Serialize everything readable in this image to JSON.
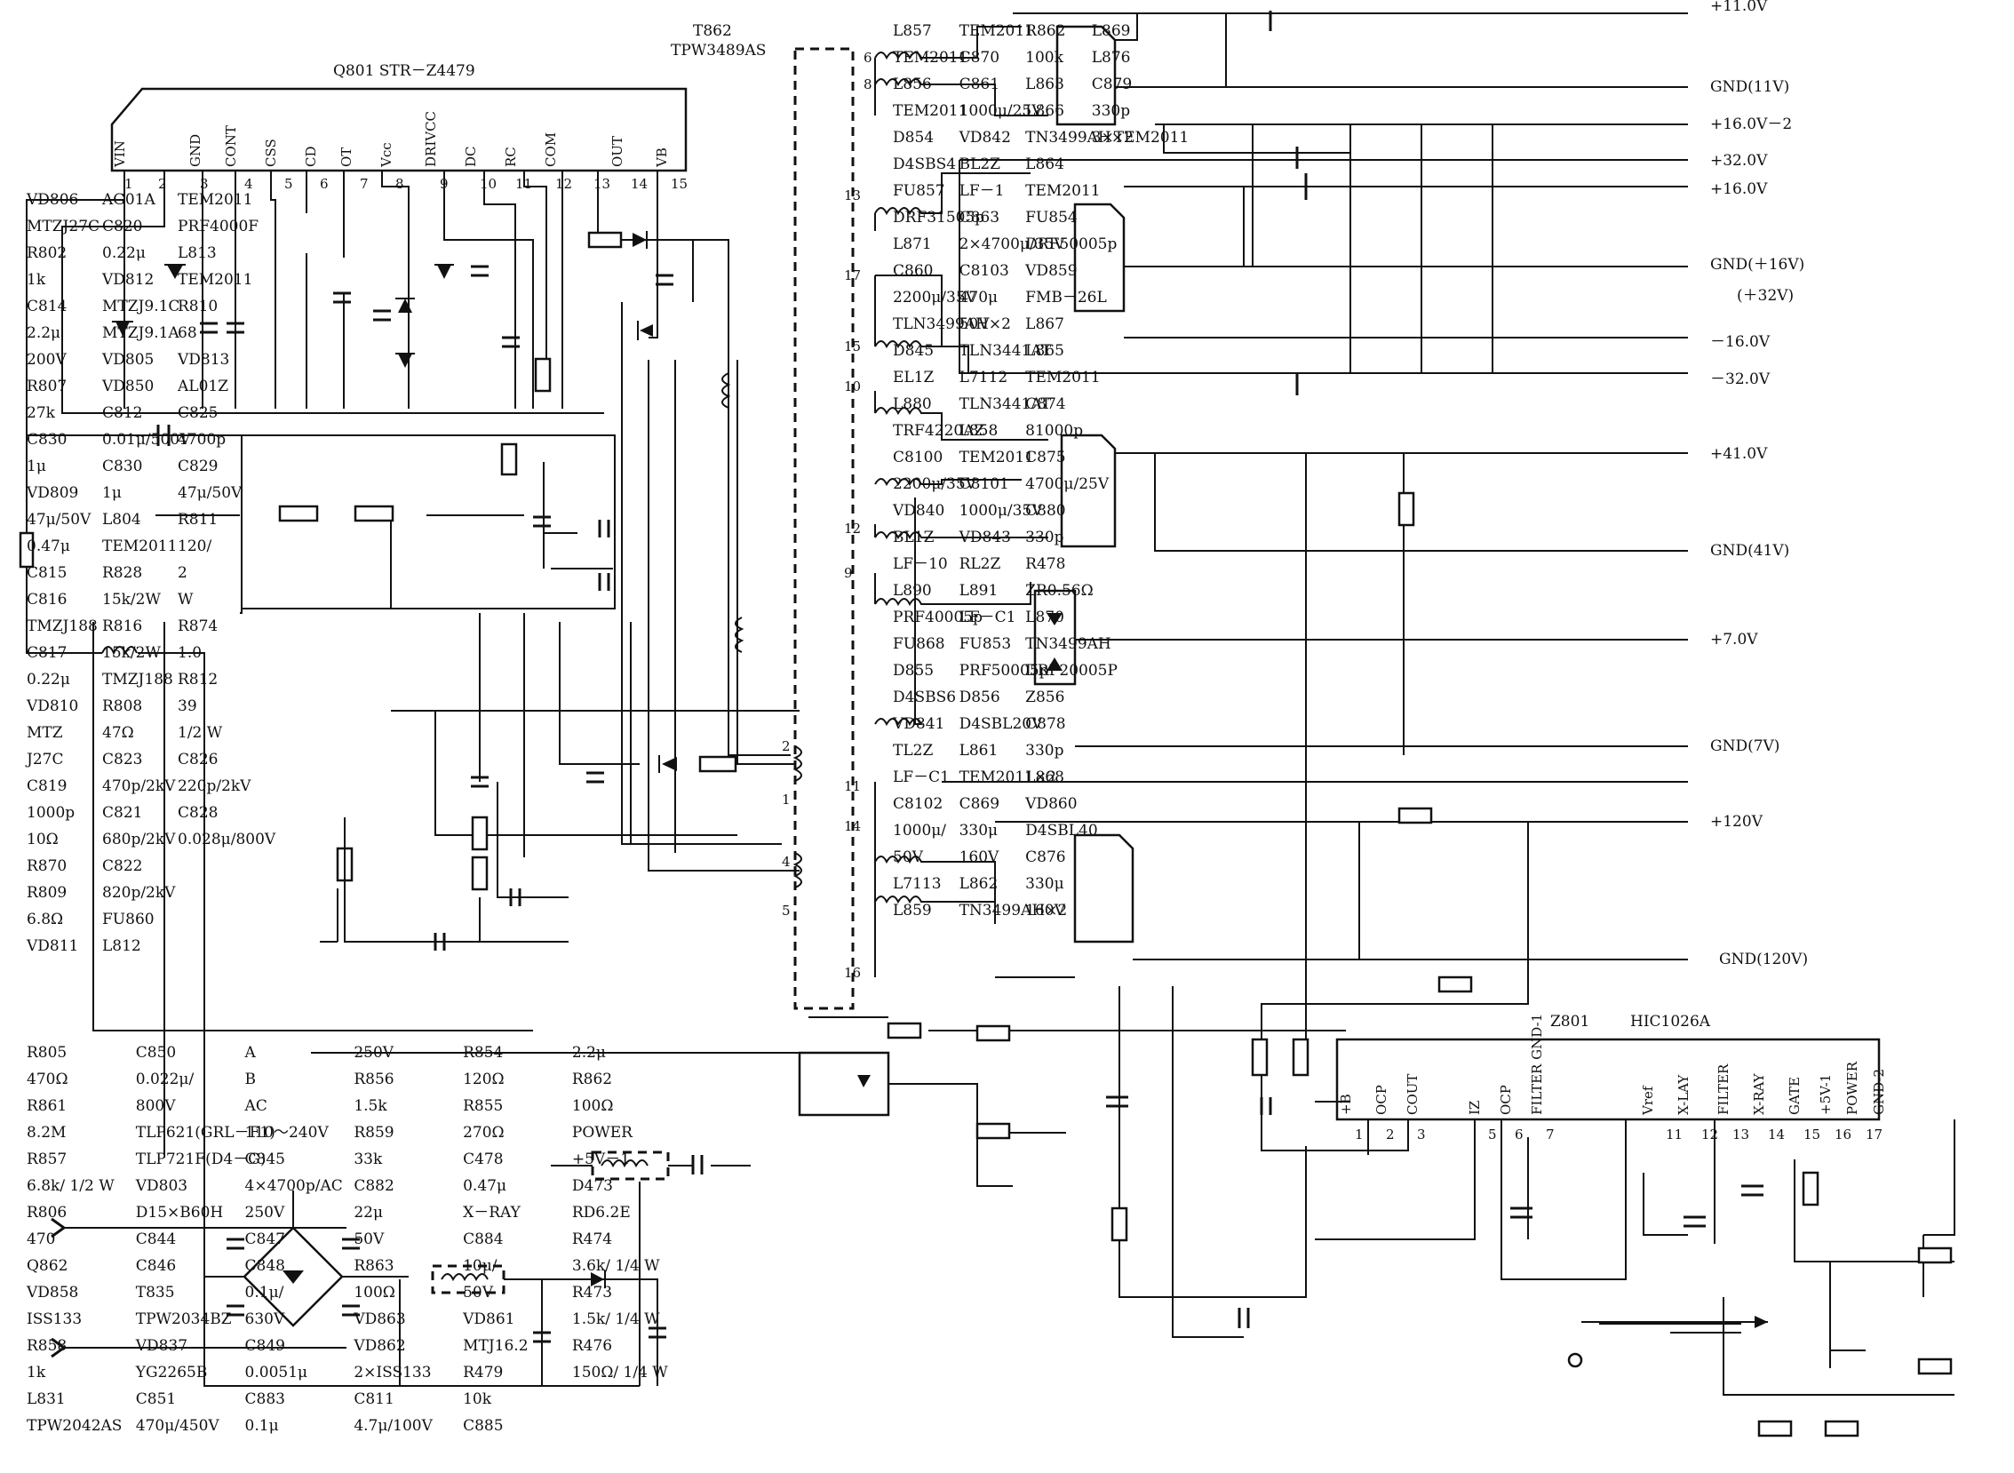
{
  "ic_main": {
    "ref": "Q801 STR－Z4479",
    "pins": [
      "VIN",
      "GND",
      "CONT",
      "CSS",
      "CD",
      "OT",
      "Vcc",
      "DRIVCC",
      "DC",
      "RC",
      "COM",
      "OUT",
      "VB"
    ],
    "nums": [
      "1",
      "2",
      "3",
      "4",
      "5",
      "6",
      "7",
      "8",
      "9",
      "10",
      "11",
      "12",
      "13",
      "14",
      "15"
    ]
  },
  "transformer": {
    "ref": "T862",
    "part": "TPW3489AS"
  },
  "ic_ctrl": {
    "ref": "Z801",
    "part": "HIC1026A",
    "pins": [
      "+B",
      "OCP",
      "COUT",
      "IZ",
      "OCP",
      "FILTER GND-1",
      "Vref",
      "X-LAY",
      "FILTER",
      "X-RAY",
      "GATE",
      "+5V-1",
      "POWER",
      "GND-2"
    ],
    "nums": [
      "1",
      "2",
      "3",
      "5",
      "6",
      "7",
      "11",
      "12",
      "13",
      "14",
      "15",
      "16",
      "17"
    ]
  },
  "rails": [
    "+11.0V",
    "GND(11V)",
    "+16.0V－2",
    "+32.0V",
    "+16.0V",
    "GND(＋16V)",
    "(＋32V)",
    "－16.0V",
    "－32.0V",
    "+41.0V",
    "GND(41V)",
    "+7.0V",
    "GND(7V)",
    "+120V",
    "GND(120V)"
  ],
  "secondary_labels": [
    "L857",
    "TEM2011",
    "L856",
    "TEM2011",
    "D854",
    "D4SBS4",
    "FU857",
    "DRF31505p",
    "L871",
    "C860",
    "2200μ/35V",
    "TLN3499AH×2",
    "D845",
    "EL1Z",
    "L880",
    "TRF4220AZ",
    "C8100",
    "2200μ/35V",
    "VD840",
    "BL1Z",
    "LF－10",
    "L890",
    "PRF40005p",
    "FU868",
    "D855",
    "D4SBS6",
    "VD841",
    "TL2Z",
    "LF－C1",
    "C8102",
    "1000μ/",
    "50V",
    "L7113",
    "L859",
    "TEM2011",
    "C870",
    "C861",
    "1000μ/25V",
    "VD842",
    "BL2Z",
    "LF－1",
    "C863",
    "2×4700μ/35V",
    "C8103",
    "470μ",
    "50V",
    "TLN3441AT",
    "L7112",
    "TLN3441AT",
    "L858",
    "TEM2011",
    "C8101",
    "1000μ/35V",
    "VD843",
    "RL2Z",
    "L891",
    "LF－C1",
    "FU853",
    "PRF50005p",
    "D856",
    "D4SBL20V",
    "L861",
    "TEM2011×2",
    "C869",
    "330μ",
    "160V",
    "L862",
    "TN3499AH×2",
    "R862",
    "100k",
    "L863",
    "L866",
    "TN3499AH×2",
    "L864",
    "TEM2011",
    "FU854",
    "DRF50005p",
    "VD859",
    "FMB－26L",
    "L867",
    "L865",
    "TEM2011",
    "C874",
    "81000p",
    "C875",
    "4700μ/25V",
    "C880",
    "330p",
    "R478",
    "ZR0.56Ω",
    "L870",
    "TN3499AH",
    "DRF20005P",
    "Z856",
    "C878",
    "330p",
    "L868",
    "VD860",
    "D4SBL40",
    "C876",
    "330μ",
    "160V",
    "L869",
    "L876",
    "C879",
    "330p",
    "3×TEM2011"
  ],
  "primary_labels": [
    "VD806",
    "MTZJ27C",
    "R802",
    "1k",
    "C814",
    "2.2μ",
    "200V",
    "R807",
    "27k",
    "C830",
    "1μ",
    "VD809",
    "47μ/50V",
    "0.47μ",
    "C815",
    "C816",
    "TMZJ188",
    "C817",
    "0.22μ",
    "VD810",
    "MTZ",
    "J27C",
    "C819",
    "1000p",
    "10Ω",
    "R870",
    "R809",
    "6.8Ω",
    "VD811",
    "AG01A",
    "C820",
    "0.22μ",
    "VD812",
    "MTZJ9.1C",
    "MTZJ9.1A",
    "VD805",
    "VD850",
    "C812",
    "0.01μ/500V",
    "C830",
    "1μ",
    "L804",
    "TEM2011",
    "R828",
    "15k/2W",
    "R816",
    "15k/2W",
    "TMZJ188",
    "R808",
    "47Ω",
    "C823",
    "470p/2kV",
    "C821",
    "680p/2kV",
    "C822",
    "820p/2kV",
    "FU860",
    "L812",
    "TEM2011",
    "PRF4000F",
    "L813",
    "TEM2011",
    "R810",
    "68",
    "VD813",
    "AL01Z",
    "C825",
    "4700p",
    "C829",
    "47μ/50V",
    "R811",
    "120/",
    "2",
    "W",
    "R874",
    "1.0",
    "R812",
    "39",
    "1/2 W",
    "C826",
    "220p/2kV",
    "C828",
    "0.028μ/800V"
  ],
  "lower_labels": [
    "R805",
    "470Ω",
    "R861",
    "8.2M",
    "R857",
    "6.8k/ 1/2 W",
    "R806",
    "470",
    "Q862",
    "VD858",
    "ISS133",
    "R858",
    "1k",
    "L831",
    "TPW2042AS",
    "C850",
    "0.022μ/",
    "800V",
    "TLP621(GRL－F1)",
    "TLP721F(D4－G)",
    "VD803",
    "D15×B60H",
    "C844",
    "C846",
    "T835",
    "TPW2034BZ",
    "VD837",
    "YG2265B",
    "C851",
    "470μ/450V",
    "A",
    "B",
    "AC",
    "110～240V",
    "C845",
    "4×4700p/AC",
    "250V",
    "C847",
    "C848",
    "0.1μ/",
    "630V",
    "C849",
    "0.0051μ",
    "C883",
    "0.1μ",
    "250V",
    "R856",
    "1.5k",
    "R859",
    "33k",
    "C882",
    "22μ",
    "50V",
    "R863",
    "100Ω",
    "VD863",
    "VD862",
    "2×ISS133",
    "C811",
    "4.7μ/100V",
    "R854",
    "120Ω",
    "R855",
    "270Ω",
    "C478",
    "0.47μ",
    "X－RAY",
    "C884",
    "10μ/",
    "50V",
    "VD861",
    "MTJ16.2",
    "R479",
    "10k",
    "C885",
    "2.2μ",
    "R862",
    "100Ω",
    "POWER",
    "+5V－1",
    "D473",
    "RD6.2E",
    "R474",
    "3.6k/ 1/4 W",
    "R473",
    "1.5k/ 1/4 W",
    "R476",
    "150Ω/ 1/4 W"
  ]
}
